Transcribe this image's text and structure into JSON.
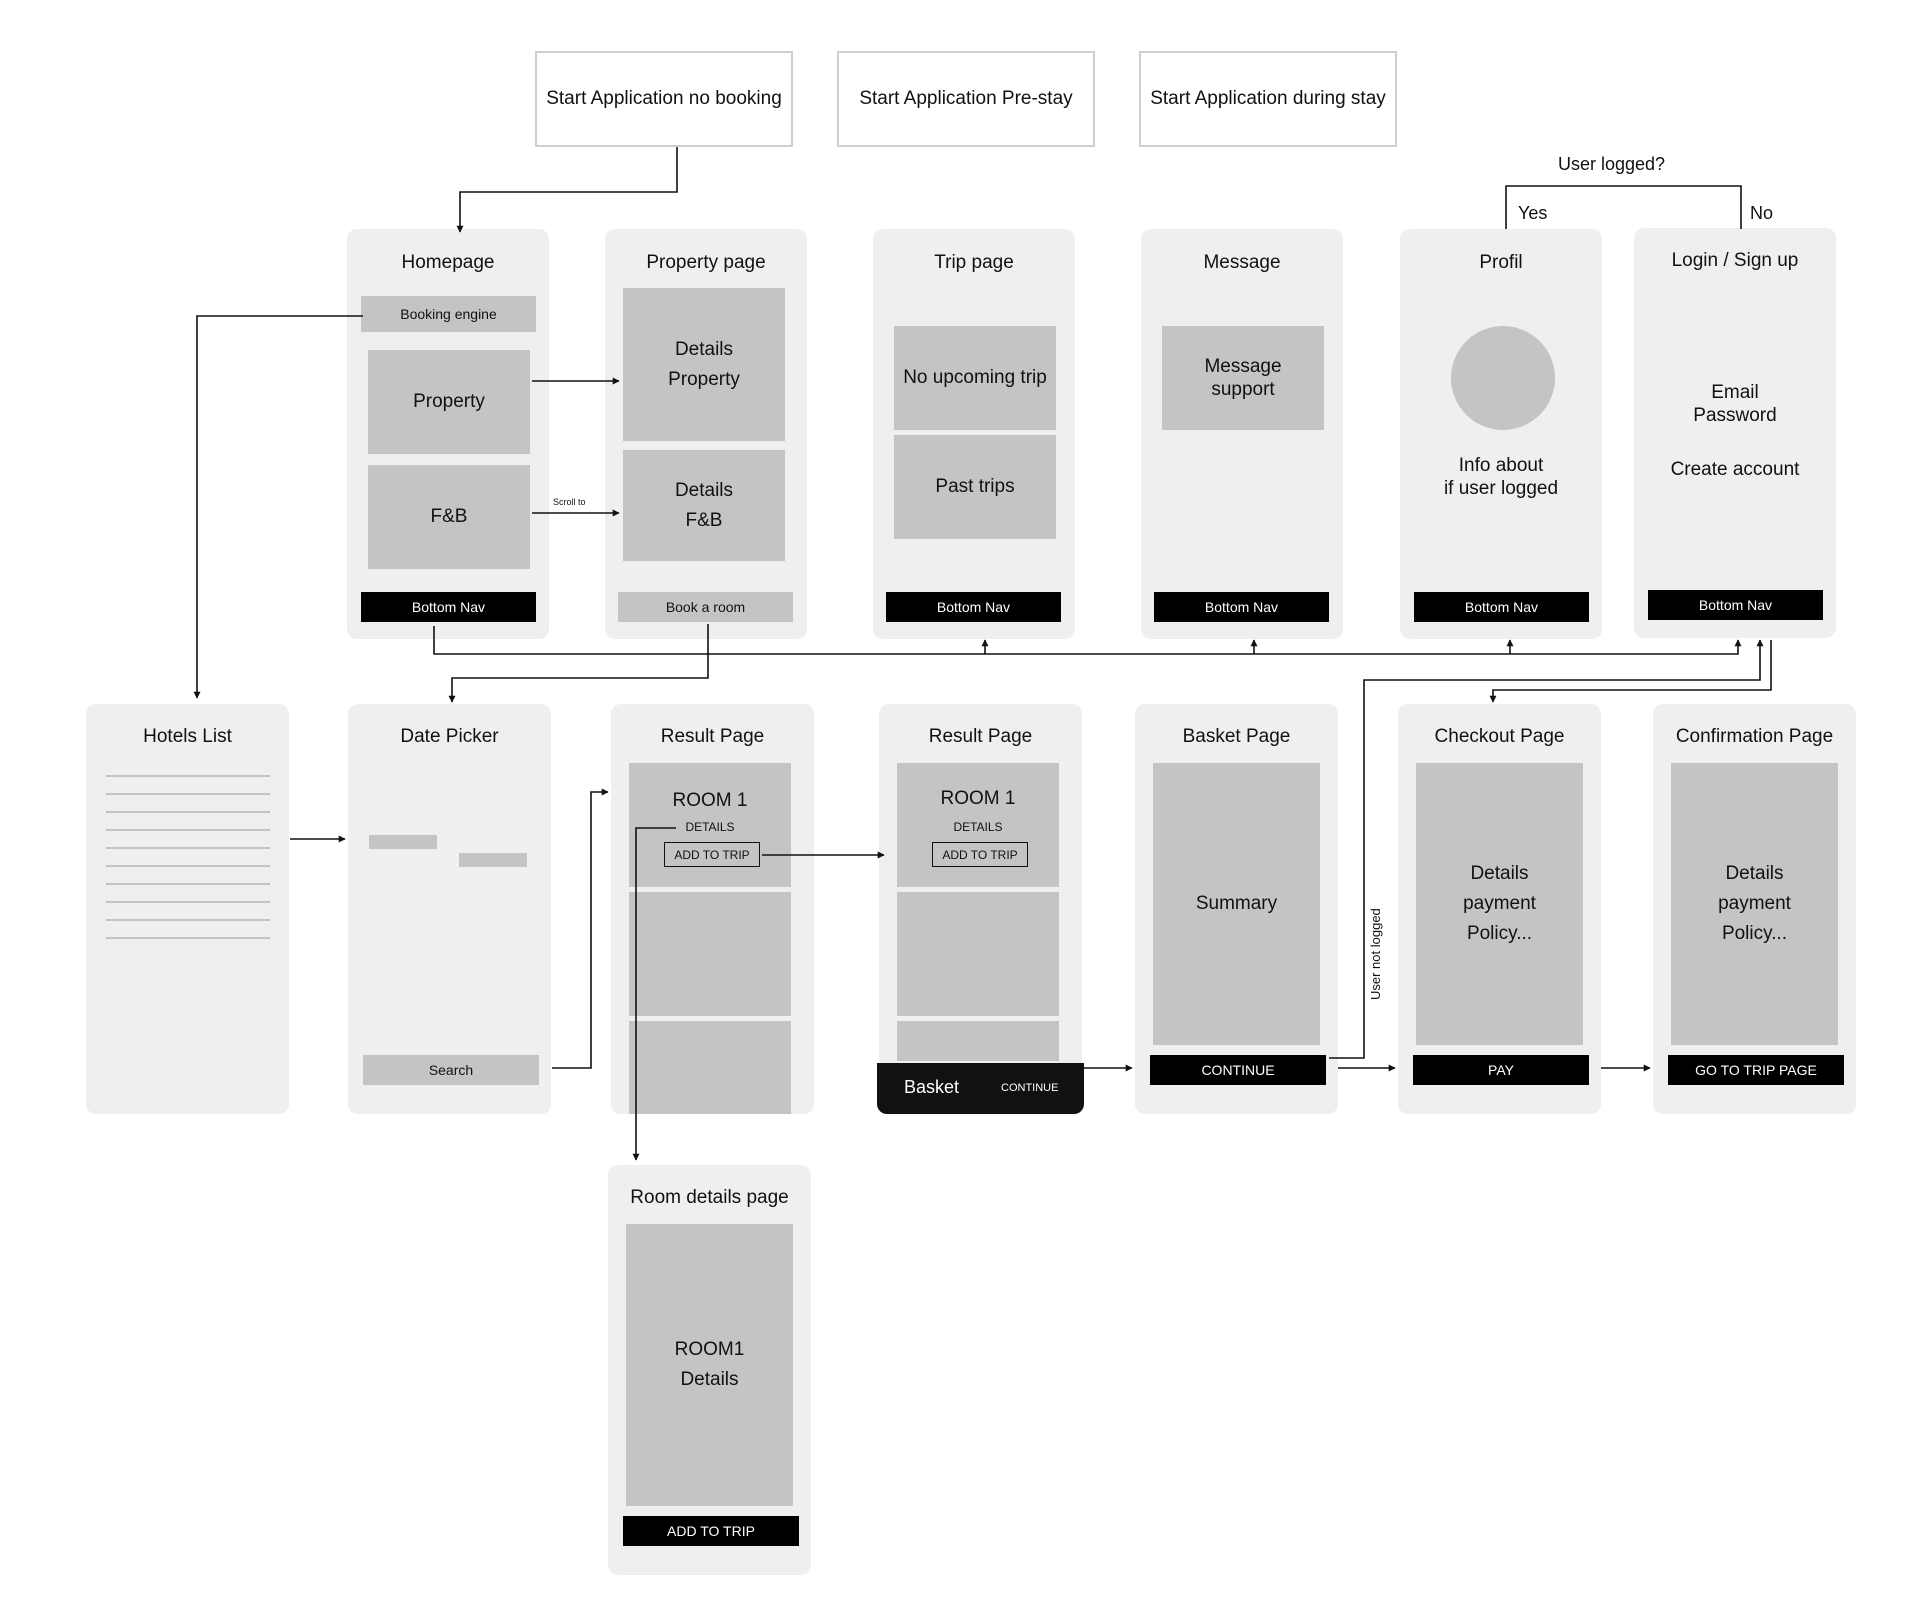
{
  "starts": {
    "no_booking": "Start Application no booking",
    "pre_stay": "Start Application Pre-stay",
    "during_stay": "Start Application during stay"
  },
  "decision": {
    "question": "User logged?",
    "yes": "Yes",
    "no": "No"
  },
  "homepage": {
    "title": "Homepage",
    "booking_engine": "Booking engine",
    "property": "Property",
    "fnb": "F&B",
    "bottom_nav": "Bottom Nav"
  },
  "property_page": {
    "title": "Property page",
    "details_property_1": "Details",
    "details_property_2": "Property",
    "details_fnb_1": "Details",
    "details_fnb_2": "F&B",
    "book_room": "Book a room"
  },
  "trip_page": {
    "title": "Trip page",
    "no_upcoming": "No upcoming trip",
    "past_trips": "Past trips",
    "bottom_nav": "Bottom Nav"
  },
  "message_page": {
    "title": "Message",
    "support_1": "Message",
    "support_2": "support",
    "bottom_nav": "Bottom Nav"
  },
  "profil_page": {
    "title": "Profil",
    "info_1": "Info about",
    "info_2": "if user logged",
    "bottom_nav": "Bottom Nav"
  },
  "login_page": {
    "title": "Login / Sign up",
    "email": "Email",
    "password": "Password",
    "create_account": "Create account",
    "bottom_nav": "Bottom Nav"
  },
  "hotels_list": {
    "title": "Hotels List"
  },
  "date_picker": {
    "title": "Date Picker",
    "search": "Search"
  },
  "result_page_1": {
    "title": "Result Page",
    "room": "ROOM 1",
    "details": "DETAILS",
    "add_to_trip": "ADD TO TRIP"
  },
  "result_page_2": {
    "title": "Result Page",
    "room": "ROOM 1",
    "details": "DETAILS",
    "add_to_trip": "ADD TO TRIP",
    "basket": "Basket",
    "continue": "CONTINUE"
  },
  "basket_page": {
    "title": "Basket Page",
    "summary": "Summary",
    "continue": "CONTINUE"
  },
  "checkout_page": {
    "title": "Checkout Page",
    "line_1": "Details",
    "line_2": "payment",
    "line_3": "Policy...",
    "pay": "PAY"
  },
  "confirmation_page": {
    "title": "Confirmation Page",
    "line_1": "Details",
    "line_2": "payment",
    "line_3": "Policy...",
    "go_trip": "GO TO TRIP PAGE"
  },
  "room_details_page": {
    "title": "Room details page",
    "line_1": "ROOM1",
    "line_2": "Details",
    "add_to_trip": "ADD TO TRIP"
  },
  "annotations": {
    "scroll_to": "Scroll to",
    "user_not_logged": "User not logged"
  }
}
